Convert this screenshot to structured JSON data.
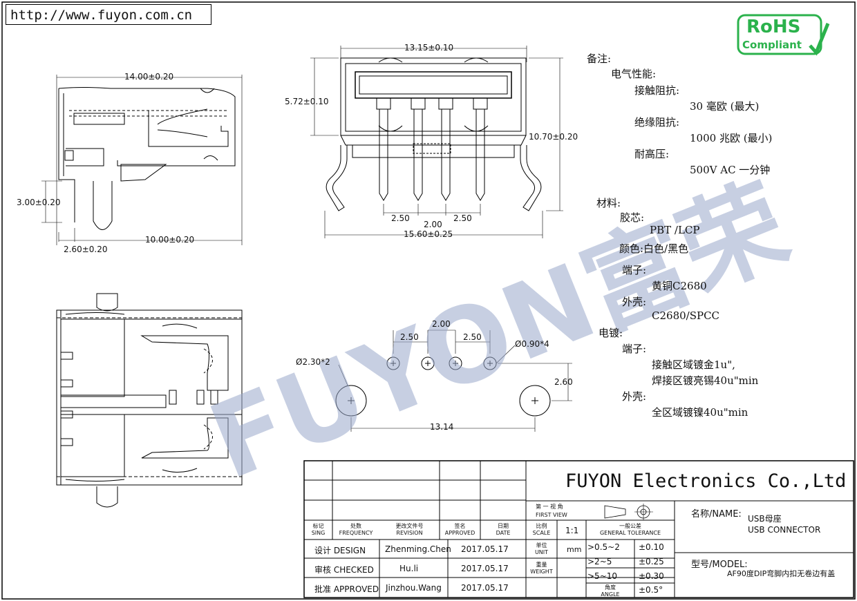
{
  "url": "http://www.fuyon.com.cn",
  "logo_badge": {
    "line1": "RoHS",
    "line2": "Compliant",
    "color": "#2bb24c"
  },
  "watermark": {
    "text": "FUYON富荣",
    "color": "#9aa9cc"
  },
  "dimensions": {
    "side_width": "14.00±0.20",
    "pin_height": "3.00±0.20",
    "pin_offset": "2.60±0.20",
    "side_depth": "10.00±0.20",
    "front_width": "13.15±0.10",
    "front_height": "5.72±0.10",
    "overall_height": "10.70±0.20",
    "pitch_left": "2.50",
    "pitch_mid": "2.00",
    "pitch_right": "2.50",
    "front_span": "15.60±0.25",
    "pcb_pitch_mid": "2.00",
    "pcb_pitch_left": "2.50",
    "pcb_pitch_right": "2.50",
    "pcb_small_hole": "Ø0.90*4",
    "pcb_large_hole": "Ø2.30*2",
    "pcb_row_offset": "2.60",
    "pcb_large_span": "13.14"
  },
  "notes": {
    "heading": "备注:",
    "electrical": "电气性能:",
    "contact_resistance_label": "接触阻抗:",
    "contact_resistance_value": "30 毫欧 (最大)",
    "insulation_resistance_label": "绝缘阻抗:",
    "insulation_resistance_value": "1000 兆欧 (最小)",
    "voltage_label": "耐高压:",
    "voltage_value": "500V AC 一分钟",
    "materials": "材料:",
    "core_label": "胶芯:",
    "core_value": "PBT /LCP",
    "color_line": "颜色:白色/黑色",
    "terminal_label": "端子:",
    "terminal_value": "黄铜C2680",
    "shell_label": "外壳:",
    "shell_value": "C2680/SPCC",
    "plating": "电镀:",
    "plating_terminal_label": "端子:",
    "plating_terminal_1": "接触区域镀金1u\",",
    "plating_terminal_2": "焊接区镀亮锡40u\"min",
    "plating_shell_label": "外壳:",
    "plating_shell_value": "全区域镀镍40u\"min"
  },
  "title_block": {
    "company": "FUYON Electronics Co.,Ltd",
    "view_cn": "第 一 视 角",
    "view_en": "FIRST VIEW",
    "headers": {
      "mark_cn": "标记",
      "mark_en": "SING",
      "freq_cn": "处数",
      "freq_en": "FREQUENCY",
      "rev_cn": "更改文件号",
      "rev_en": "REVISION",
      "sign_cn": "签名",
      "sign_en": "APPROVED",
      "date_cn": "日期",
      "date_en": "DATE"
    },
    "rows": [
      {
        "role": "设计 DESIGN",
        "name": "Zhenming.Chen",
        "date": "2017.05.17"
      },
      {
        "role": "审核 CHECKED",
        "name": "Hu.li",
        "date": "2017.05.17"
      },
      {
        "role": "批准 APPROVED",
        "name": "Jinzhou.Wang",
        "date": "2017.05.17"
      }
    ],
    "scale_cn": "比例",
    "scale_en": "SCALE",
    "scale_value": "1:1",
    "unit_cn": "单位",
    "unit_en": "UNIT",
    "unit_value": "mm",
    "weight_cn": "重量",
    "weight_en": "WEIGHT",
    "tolerance_cn": "一般公差",
    "tolerance_en": "GENERAL TOLERANCE",
    "tolerances": [
      {
        "range": ">0.5~2",
        "value": "±0.10"
      },
      {
        "range": ">2~5",
        "value": "±0.25"
      },
      {
        "range": ">5~10",
        "value": "±0.30"
      }
    ],
    "angle_cn": "角度",
    "angle_en": "ANGLE",
    "angle_value": "±0.5°",
    "name_label": "名称/NAME:",
    "name_cn": "USB母座",
    "name_en": "USB CONNECTOR",
    "model_label": "型号/MODEL:",
    "model_value": "AF90度DIP弯脚内扣无卷边有盖"
  }
}
